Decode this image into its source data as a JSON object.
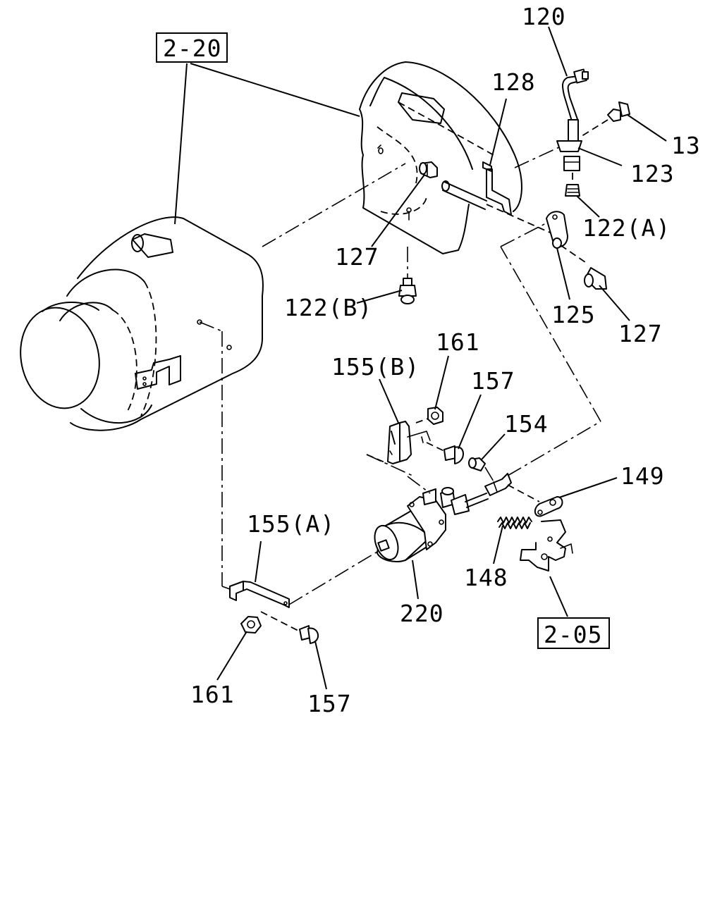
{
  "diagram": {
    "ref_boxes": [
      {
        "id": "ref-2-20",
        "text": "2-20"
      },
      {
        "id": "ref-2-05",
        "text": "2-05"
      }
    ],
    "part_labels": {
      "p120": "120",
      "p128": "128",
      "p13": "13",
      "p123": "123",
      "p122a": "122(A)",
      "p127_top": "127",
      "p122b": "122(B)",
      "p125": "125",
      "p127_right": "127",
      "p161_top": "161",
      "p155b": "155(B)",
      "p157_top": "157",
      "p154": "154",
      "p149": "149",
      "p155a": "155(A)",
      "p148": "148",
      "p220": "220",
      "p161_bottom": "161",
      "p157_bottom": "157"
    }
  }
}
